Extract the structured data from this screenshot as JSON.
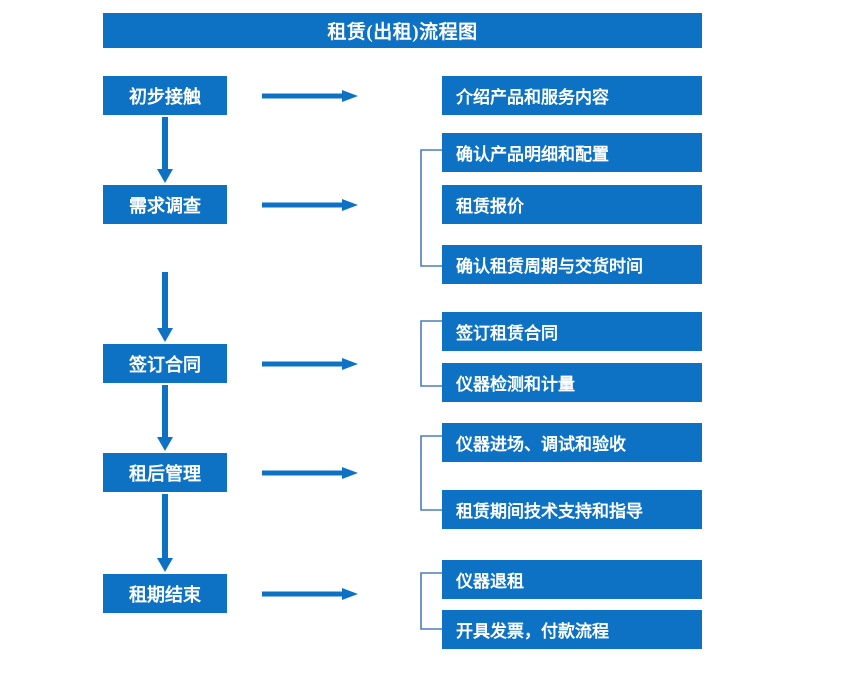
{
  "diagram": {
    "title": "租赁(出租)流程图",
    "colors": {
      "box_blue": "#0d72c4",
      "arrow_blue": "#0d72c4",
      "bracket_blue": "#4a7ebb",
      "text_white": "#ffffff",
      "background": "#ffffff"
    },
    "stages": [
      {
        "id": "stage-1",
        "label": "初步接触"
      },
      {
        "id": "stage-2",
        "label": "需求调查"
      },
      {
        "id": "stage-3",
        "label": "签订合同"
      },
      {
        "id": "stage-4",
        "label": "租后管理"
      },
      {
        "id": "stage-5",
        "label": "租期结束"
      }
    ],
    "details": [
      {
        "id": "detail-1",
        "label": "介绍产品和服务内容"
      },
      {
        "id": "detail-2",
        "label": "确认产品明细和配置"
      },
      {
        "id": "detail-3",
        "label": "租赁报价"
      },
      {
        "id": "detail-4",
        "label": "确认租赁周期与交货时间"
      },
      {
        "id": "detail-5",
        "label": "签订租赁合同"
      },
      {
        "id": "detail-6",
        "label": "仪器检测和计量"
      },
      {
        "id": "detail-7",
        "label": "仪器进场、调试和验收"
      },
      {
        "id": "detail-8",
        "label": "租赁期间技术支持和指导"
      },
      {
        "id": "detail-9",
        "label": "仪器退租"
      },
      {
        "id": "detail-10",
        "label": "开具发票，付款流程"
      }
    ],
    "connectors": {
      "horizontal_arrow_count": 5,
      "vertical_arrow_count": 4,
      "bracket_count": 4
    }
  }
}
